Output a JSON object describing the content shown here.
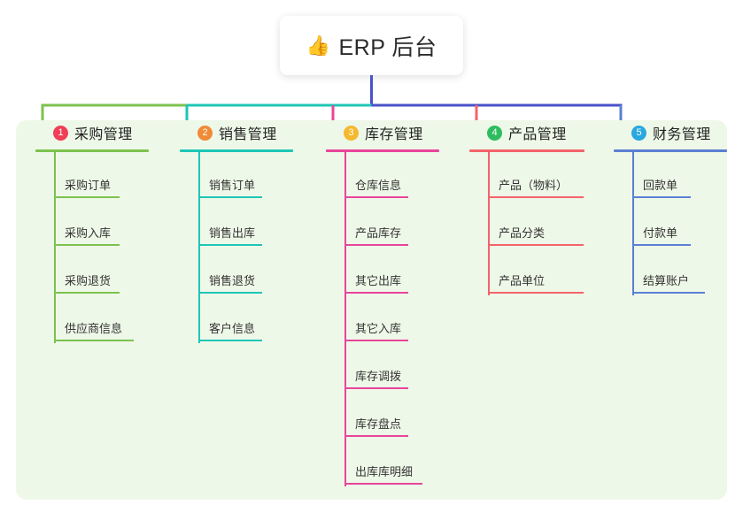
{
  "root": {
    "icon": "thumbs-up-icon",
    "icon_glyph": "👍",
    "label": "ERP 后台"
  },
  "theme": {
    "page_background": "#ffffff",
    "card_background": "#eef8e8",
    "card_radius": "12px",
    "root_background": "#ffffff",
    "text_color": "#333333",
    "trunk_color": "#4a52c8"
  },
  "columns": [
    {
      "index": "1",
      "title": "采购管理",
      "badge_color": "#ef3e56",
      "line_color": "#7cc24e",
      "items": [
        {
          "label": "采购订单"
        },
        {
          "label": "采购入库"
        },
        {
          "label": "采购退货"
        },
        {
          "label": "供应商信息"
        }
      ]
    },
    {
      "index": "2",
      "title": "销售管理",
      "badge_color": "#f08a36",
      "line_color": "#1ec6b6",
      "items": [
        {
          "label": "销售订单"
        },
        {
          "label": "销售出库"
        },
        {
          "label": "销售退货"
        },
        {
          "label": "客户信息"
        }
      ]
    },
    {
      "index": "3",
      "title": "库存管理",
      "badge_color": "#f5b82e",
      "line_color": "#e8459b",
      "items": [
        {
          "label": "仓库信息"
        },
        {
          "label": "产品库存"
        },
        {
          "label": "其它出库"
        },
        {
          "label": "其它入库"
        },
        {
          "label": "库存调拨"
        },
        {
          "label": "库存盘点"
        },
        {
          "label": "出库库明细"
        }
      ]
    },
    {
      "index": "4",
      "title": "产品管理",
      "badge_color": "#2ebd5e",
      "line_color": "#f4636b",
      "items": [
        {
          "label": "产品（物料）"
        },
        {
          "label": "产品分类"
        },
        {
          "label": "产品单位"
        }
      ]
    },
    {
      "index": "5",
      "title": "财务管理",
      "badge_color": "#29a8e0",
      "line_color": "#5b7fd4",
      "items": [
        {
          "label": "回款单"
        },
        {
          "label": "付款单"
        },
        {
          "label": "结算账户"
        }
      ]
    }
  ]
}
